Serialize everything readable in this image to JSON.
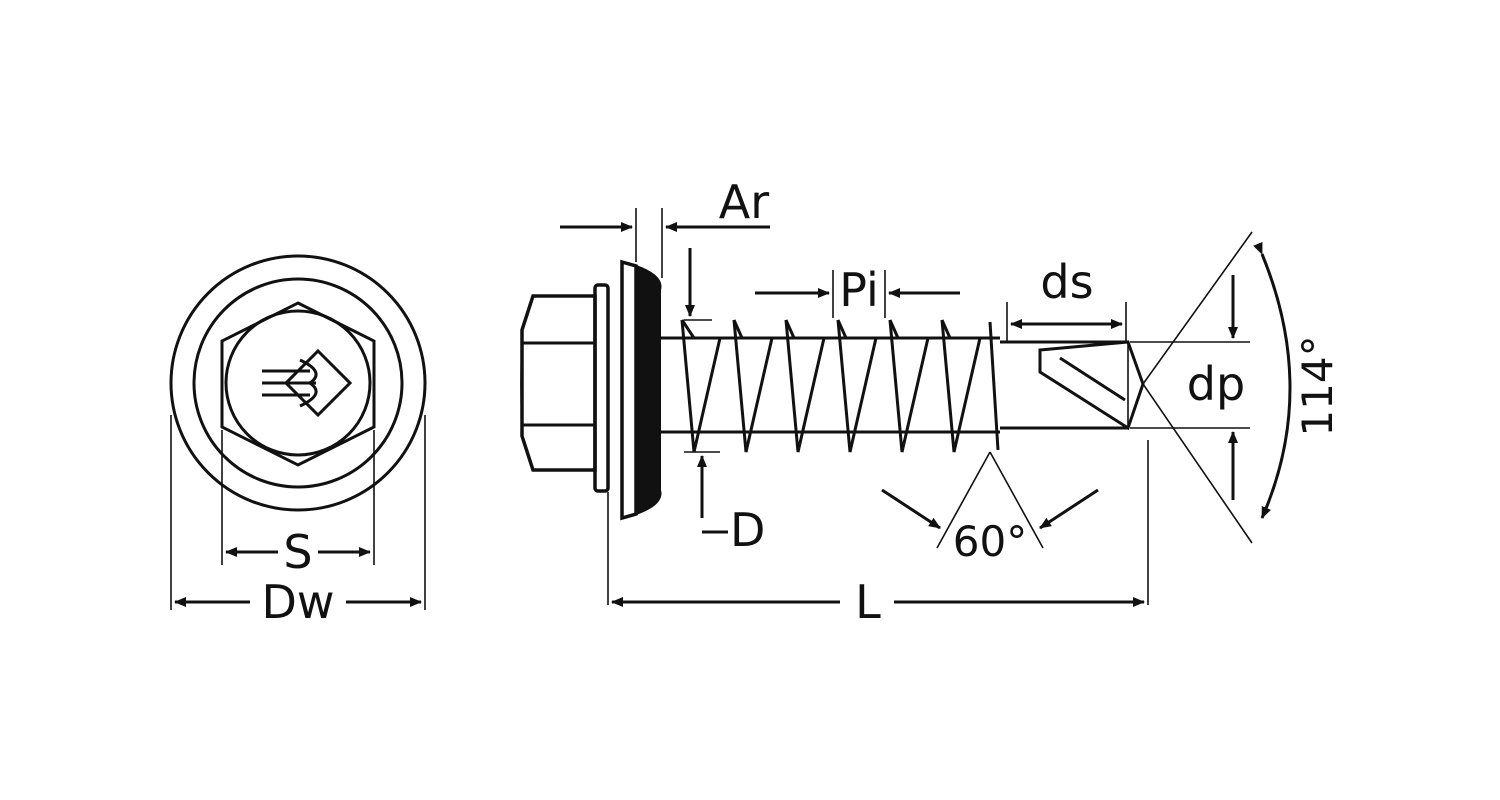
{
  "labels": {
    "head_width": "S",
    "washer_diameter": "Dw",
    "washer_thickness": "Ar",
    "thread_pitch": "Pi",
    "thread_diameter": "D",
    "drill_shank": "ds",
    "drill_diameter": "dp",
    "tip_angle": "60°",
    "point_angle": "114°",
    "length": "L"
  },
  "colors": {
    "ink": "#111111",
    "background": "#ffffff",
    "gasket": "#111111"
  },
  "icons": {
    "head_logo": "brand-logo-icon"
  }
}
